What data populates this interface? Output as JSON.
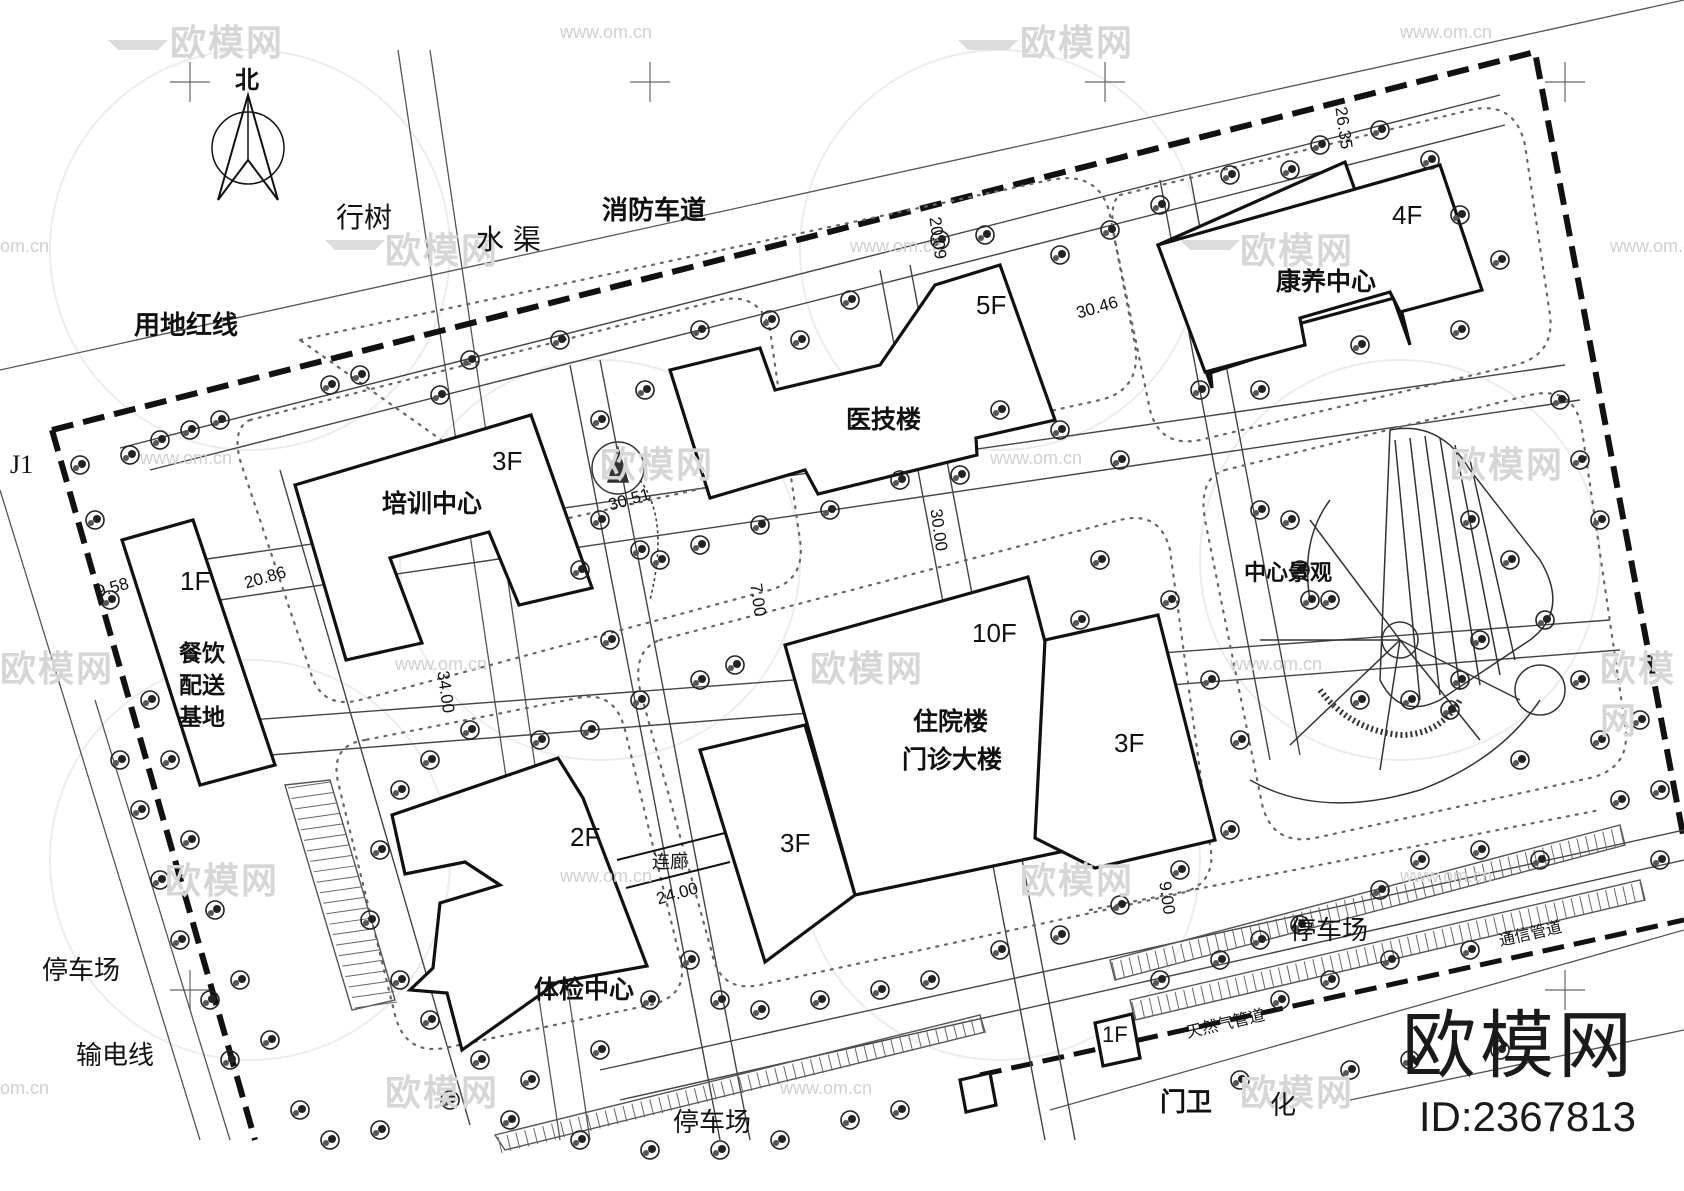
{
  "north_label": "北",
  "labels": {
    "tree_row": "行树",
    "water_channel": "水 渠",
    "fire_lane": "消防车道",
    "red_line": "用地红线",
    "j1": "J1",
    "parking_left": "停车场",
    "power_line": "输电线",
    "parking_mid": "停车场",
    "parking_right": "停车场",
    "gate": "门卫",
    "comm_pipe": "通信管道",
    "gas_pipe": "天然气管道",
    "corridor": "连廊",
    "edge_char": "化"
  },
  "buildings": {
    "catering": {
      "name": "餐饮配送基地",
      "floors": "1F"
    },
    "training": {
      "name": "培训中心",
      "floors": "3F"
    },
    "medtech": {
      "name": "医技楼",
      "floors": "5F"
    },
    "rehab": {
      "name": "康养中心",
      "floors": "4F"
    },
    "inpatient": {
      "name_line1": "住院楼",
      "name_line2": "门诊大楼",
      "floors": "10F"
    },
    "wing_left": {
      "floors": "3F"
    },
    "wing_right": {
      "floors": "3F"
    },
    "checkup": {
      "name": "体检中心",
      "floors": "2F"
    },
    "gatehouse": {
      "floors": "1F"
    },
    "landscape": {
      "name": "中心景观"
    }
  },
  "dimensions": [
    "9.58",
    "20.86",
    "30.51",
    "20.09",
    "30.46",
    "26.35",
    "30.00",
    "7.00",
    "34.00",
    "24.00",
    "9.00"
  ],
  "watermark": {
    "brand": "欧模网",
    "url": "www.om.cn",
    "url_short": "om.cn",
    "id": "ID:2367813"
  }
}
